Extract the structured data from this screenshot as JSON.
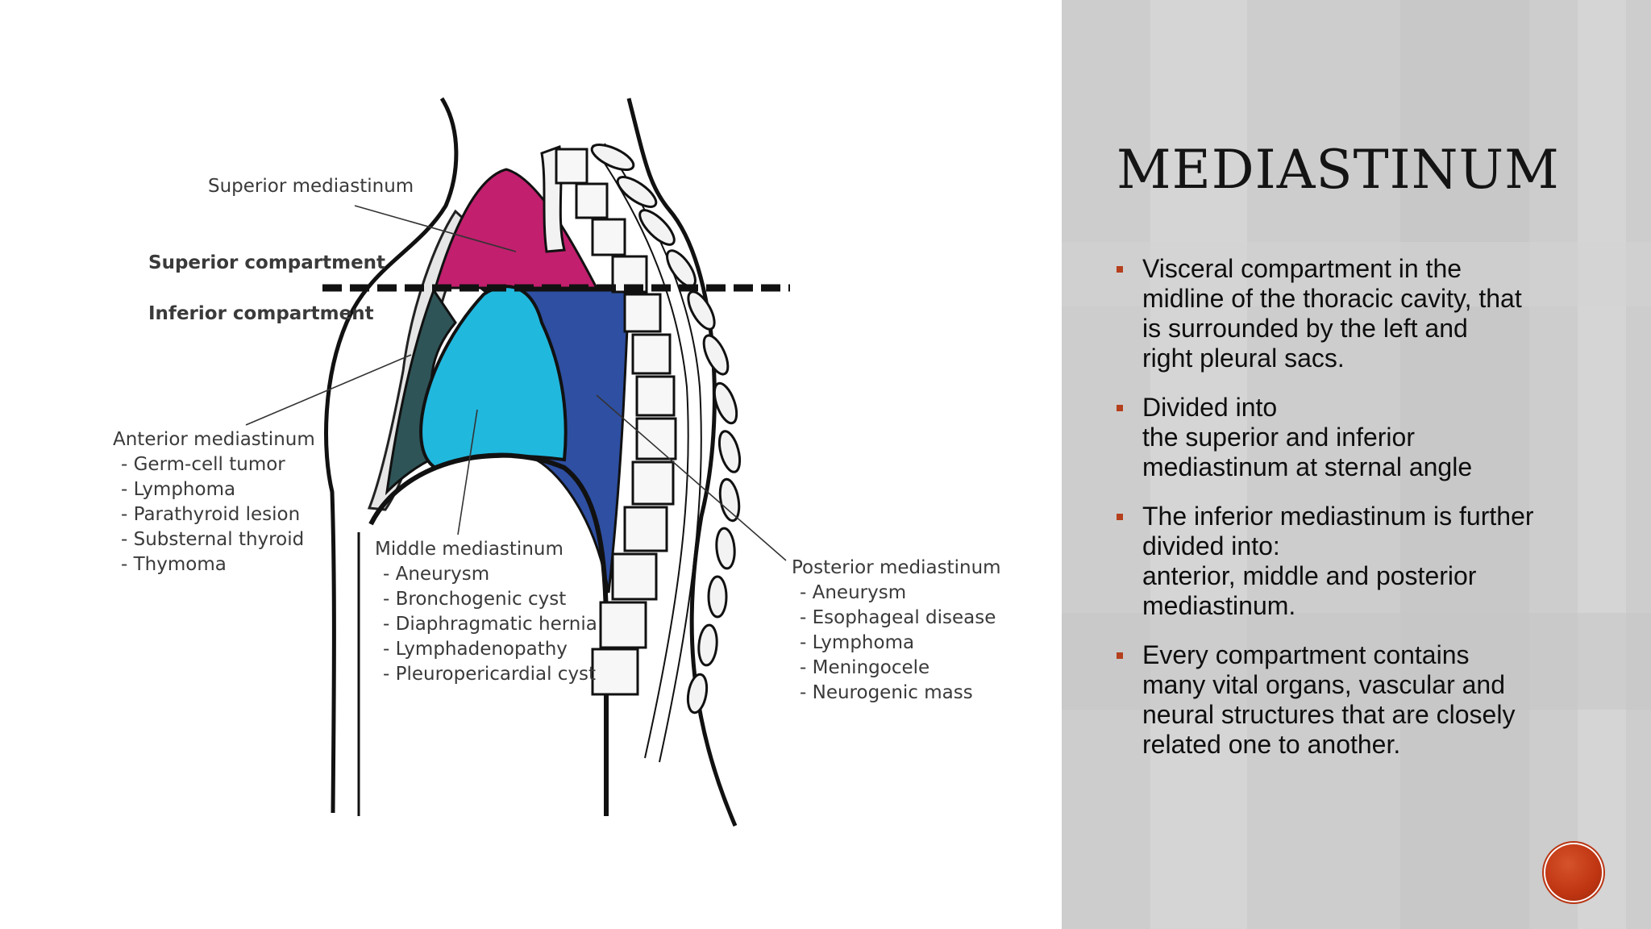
{
  "slide": {
    "title": "MEDIASTINUM",
    "bullets": [
      "Visceral compartment in the\nmidline of  the thoracic cavity, that\nis surrounded by the left and\nright pleural sacs.",
      "Divided into\nthe superior and inferior\nmediastinum at sternal angle",
      "The inferior mediastinum is further\ndivided into:\nanterior, middle and posterior\nmediastinum.",
      " Every compartment contains\nmany vital organs, vascular and\nneural structures that are closely\nrelated one to another."
    ],
    "accent_color": "#b4401d"
  },
  "diagram": {
    "superior_mediastinum": "Superior mediastinum",
    "superior_compartment": "Superior compartment",
    "inferior_compartment": "Inferior compartment",
    "anterior": {
      "title": "Anterior mediastinum",
      "items": [
        "- Germ-cell tumor",
        "- Lymphoma",
        "- Parathyroid lesion",
        "- Substernal thyroid",
        "- Thymoma"
      ]
    },
    "middle": {
      "title": "Middle mediastinum",
      "items": [
        "- Aneurysm",
        "- Bronchogenic cyst",
        "- Diaphragmatic hernia",
        "- Lymphadenopathy",
        "- Pleuropericardial cyst"
      ]
    },
    "posterior": {
      "title": "Posterior mediastinum",
      "items": [
        "- Aneurysm",
        "- Esophageal disease",
        "- Lymphoma",
        "- Meningocele",
        "- Neurogenic mass"
      ]
    },
    "colors": {
      "superior": "#c21f6e",
      "anterior": "#2e5457",
      "middle": "#21b8de",
      "posterior": "#2e4fa2"
    }
  },
  "nav": {
    "icon": "circle-next-icon"
  }
}
